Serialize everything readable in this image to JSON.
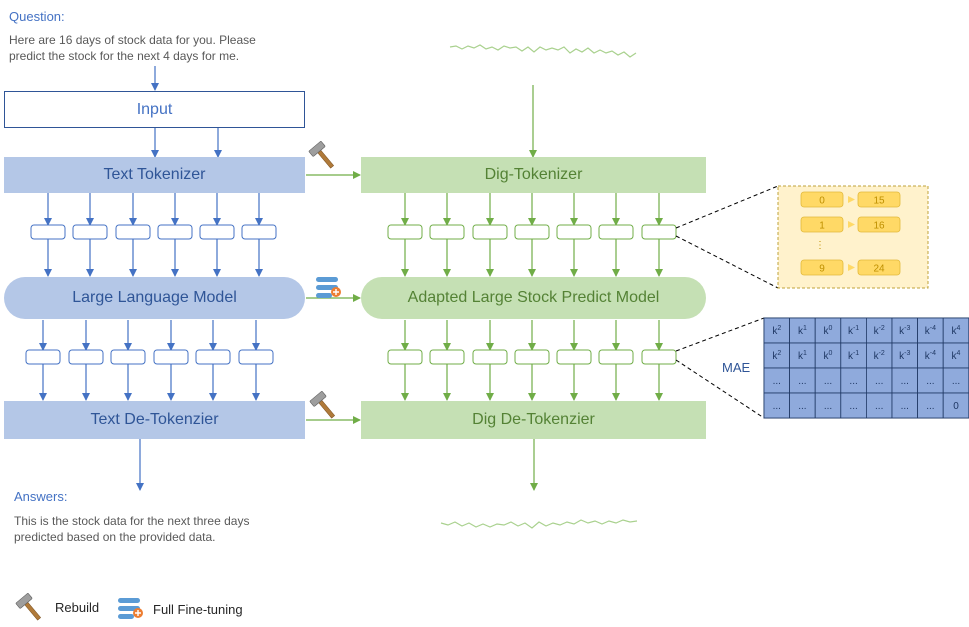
{
  "question": {
    "label": "Question:",
    "line1": "Here are 16 days of stock data for you. Please",
    "line2": "predict the stock for the next 4 days for me."
  },
  "answers": {
    "label": "Answers:",
    "line1": "This is the stock data for the next three days",
    "line2": "predicted based on the provided data."
  },
  "left_pipeline": {
    "input": "Input",
    "tokenizer": "Text Tokenizer",
    "model": "Large Language Model",
    "detokenizer": "Text De-Tokenzier"
  },
  "right_pipeline": {
    "tokenizer": "Dig-Tokenizer",
    "model": "Adapted Large Stock Predict Model",
    "detokenizer": "Dig De-Tokenzier"
  },
  "token_map": {
    "rows": [
      {
        "key": "0",
        "value": "15"
      },
      {
        "key": "1",
        "value": "16"
      },
      {
        "key": "9",
        "value": "24"
      }
    ],
    "ellipsis": "⋮"
  },
  "mae": {
    "label": "MAE",
    "grid": [
      [
        "k2",
        "k1",
        "k0",
        "k-1",
        "k-2",
        "k-3",
        "k-4",
        "k4"
      ],
      [
        "k2",
        "k1",
        "k0",
        "k-1",
        "k-2",
        "k-3",
        "k-4",
        "k4"
      ],
      [
        "...",
        "...",
        "...",
        "...",
        "...",
        "...",
        "...",
        "..."
      ],
      [
        "...",
        "...",
        "...",
        "...",
        "...",
        "...",
        "...",
        "0"
      ]
    ]
  },
  "legend": {
    "rebuild": "Rebuild",
    "finetune": "Full Fine-tuning"
  },
  "colors": {
    "blue_fill": "#b4c7e7",
    "blue_text": "#2f5597",
    "blue_line": "#4472c4",
    "green_fill": "#c5e0b4",
    "green_text": "#548235",
    "green_line": "#70ad47",
    "yellow_panel": "#fff2cc",
    "yellow_chip": "#ffd966",
    "grid_fill": "#8faadc"
  },
  "icons": {
    "rebuild": "hammer-icon",
    "finetune": "sliders-plus-icon"
  }
}
